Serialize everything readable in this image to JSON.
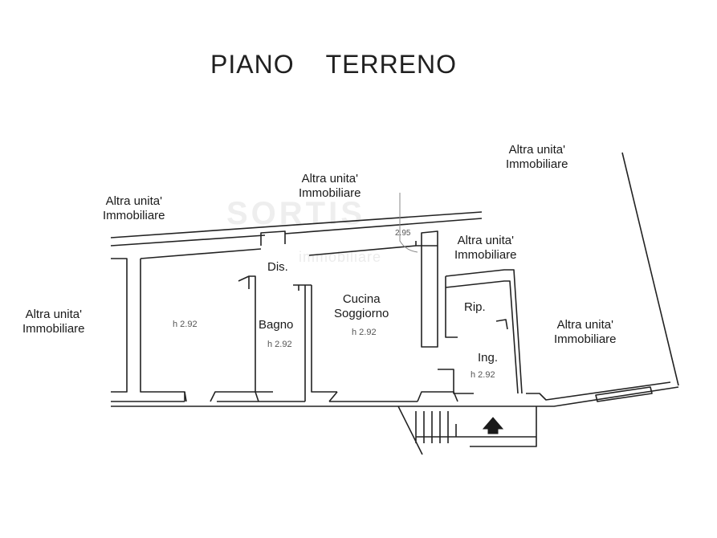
{
  "plan": {
    "title": "PIANO    TERRENO",
    "watermark_logo": "SORTIS",
    "watermark_sub": "immobiliare",
    "neighbors": {
      "top_center": {
        "line1": "Altra unita'",
        "line2": "Immobiliare"
      },
      "top_left": {
        "line1": "Altra unita'",
        "line2": "Immobiliare"
      },
      "top_right": {
        "line1": "Altra unita'",
        "line2": "Immobiliare"
      },
      "mid_right": {
        "line1": "Altra unita'",
        "line2": "Immobiliare"
      },
      "left": {
        "line1": "Altra unita'",
        "line2": "Immobiliare"
      },
      "right": {
        "line1": "Altra unita'",
        "line2": "Immobiliare"
      }
    },
    "rooms": {
      "left_room": {
        "height": "h 2.92"
      },
      "dis": {
        "name": "Dis."
      },
      "bagno": {
        "name": "Bagno",
        "height": "h 2.92"
      },
      "cucina": {
        "line1": "Cucina",
        "line2": "Soggiorno",
        "height": "h 2.92"
      },
      "rip": {
        "name": "Rip."
      },
      "ing": {
        "name": "Ing.",
        "height": "h 2.92"
      }
    },
    "dimension": "2.95"
  }
}
